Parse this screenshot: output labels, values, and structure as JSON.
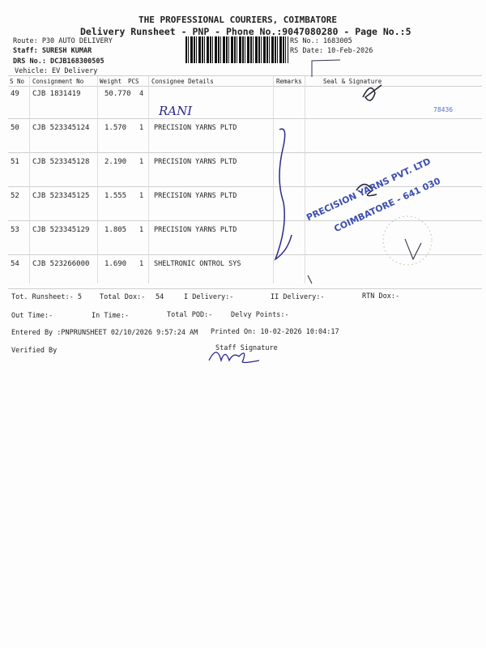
{
  "header": {
    "company": "THE PROFESSIONAL COURIERS, COIMBATORE",
    "subtitle": "Delivery Runsheet - PNP - Phone No.:9047080280 - Page No.:5",
    "route": "Route: P30 AUTO DELIVERY",
    "staff": "Staff: SURESH KUMAR",
    "drs": "DRS No.: DCJB168300505",
    "vehicle": "Vehicle: EV Delivery",
    "rs_no": "RS No.: 1683005",
    "rs_date": "RS Date: 10-Feb-2026"
  },
  "columns": [
    "S No",
    "Consignment No",
    "Weight",
    "PCS",
    "Consignee Details",
    "Remarks",
    "Seal & Signature"
  ],
  "rows": [
    {
      "sno": "49",
      "cn": "CJB 1831419",
      "weight": "50.770",
      "pcs": "4",
      "consignee": ""
    },
    {
      "sno": "50",
      "cn": "CJB 523345124",
      "weight": "1.570",
      "pcs": "1",
      "consignee": "PRECISION YARNS PLTD"
    },
    {
      "sno": "51",
      "cn": "CJB 523345128",
      "weight": "2.190",
      "pcs": "1",
      "consignee": "PRECISION YARNS PLTD"
    },
    {
      "sno": "52",
      "cn": "CJB 523345125",
      "weight": "1.555",
      "pcs": "1",
      "consignee": "PRECISION YARNS PLTD"
    },
    {
      "sno": "53",
      "cn": "CJB 523345129",
      "weight": "1.805",
      "pcs": "1",
      "consignee": "PRECISION YARNS PLTD"
    },
    {
      "sno": "54",
      "cn": "CJB 523266000",
      "weight": "1.690",
      "pcs": "1",
      "consignee": "SHELTRONIC ONTROL SYS"
    }
  ],
  "handwriting": {
    "rani": "RANI"
  },
  "stamp": {
    "text": "PRECISION YARNS PVT. LTD COIMBATORE - 641 030",
    "number": "78436"
  },
  "footer": {
    "tot_runsheet": "Tot. Runsheet:- 5",
    "total_dox": "Total Dox:-",
    "total_dox_val": "54",
    "i_delivery": "I Delivery:-",
    "ii_delivery": "II Delivery:-",
    "rtn_dox": "RTN Dox:-",
    "out_time": "Out Time:-",
    "in_time": "In Time:-",
    "total_pod": "Total POD:-",
    "delvy_points": "Delvy Points:-",
    "entered_by": "Entered By :PNPRUNSHEET 02/10/2026 9:57:24 AM",
    "printed_on": "Printed On: 10-02-2026 10:04:17",
    "verified_by": "Verified By",
    "staff_signature": "Staff Signature"
  }
}
